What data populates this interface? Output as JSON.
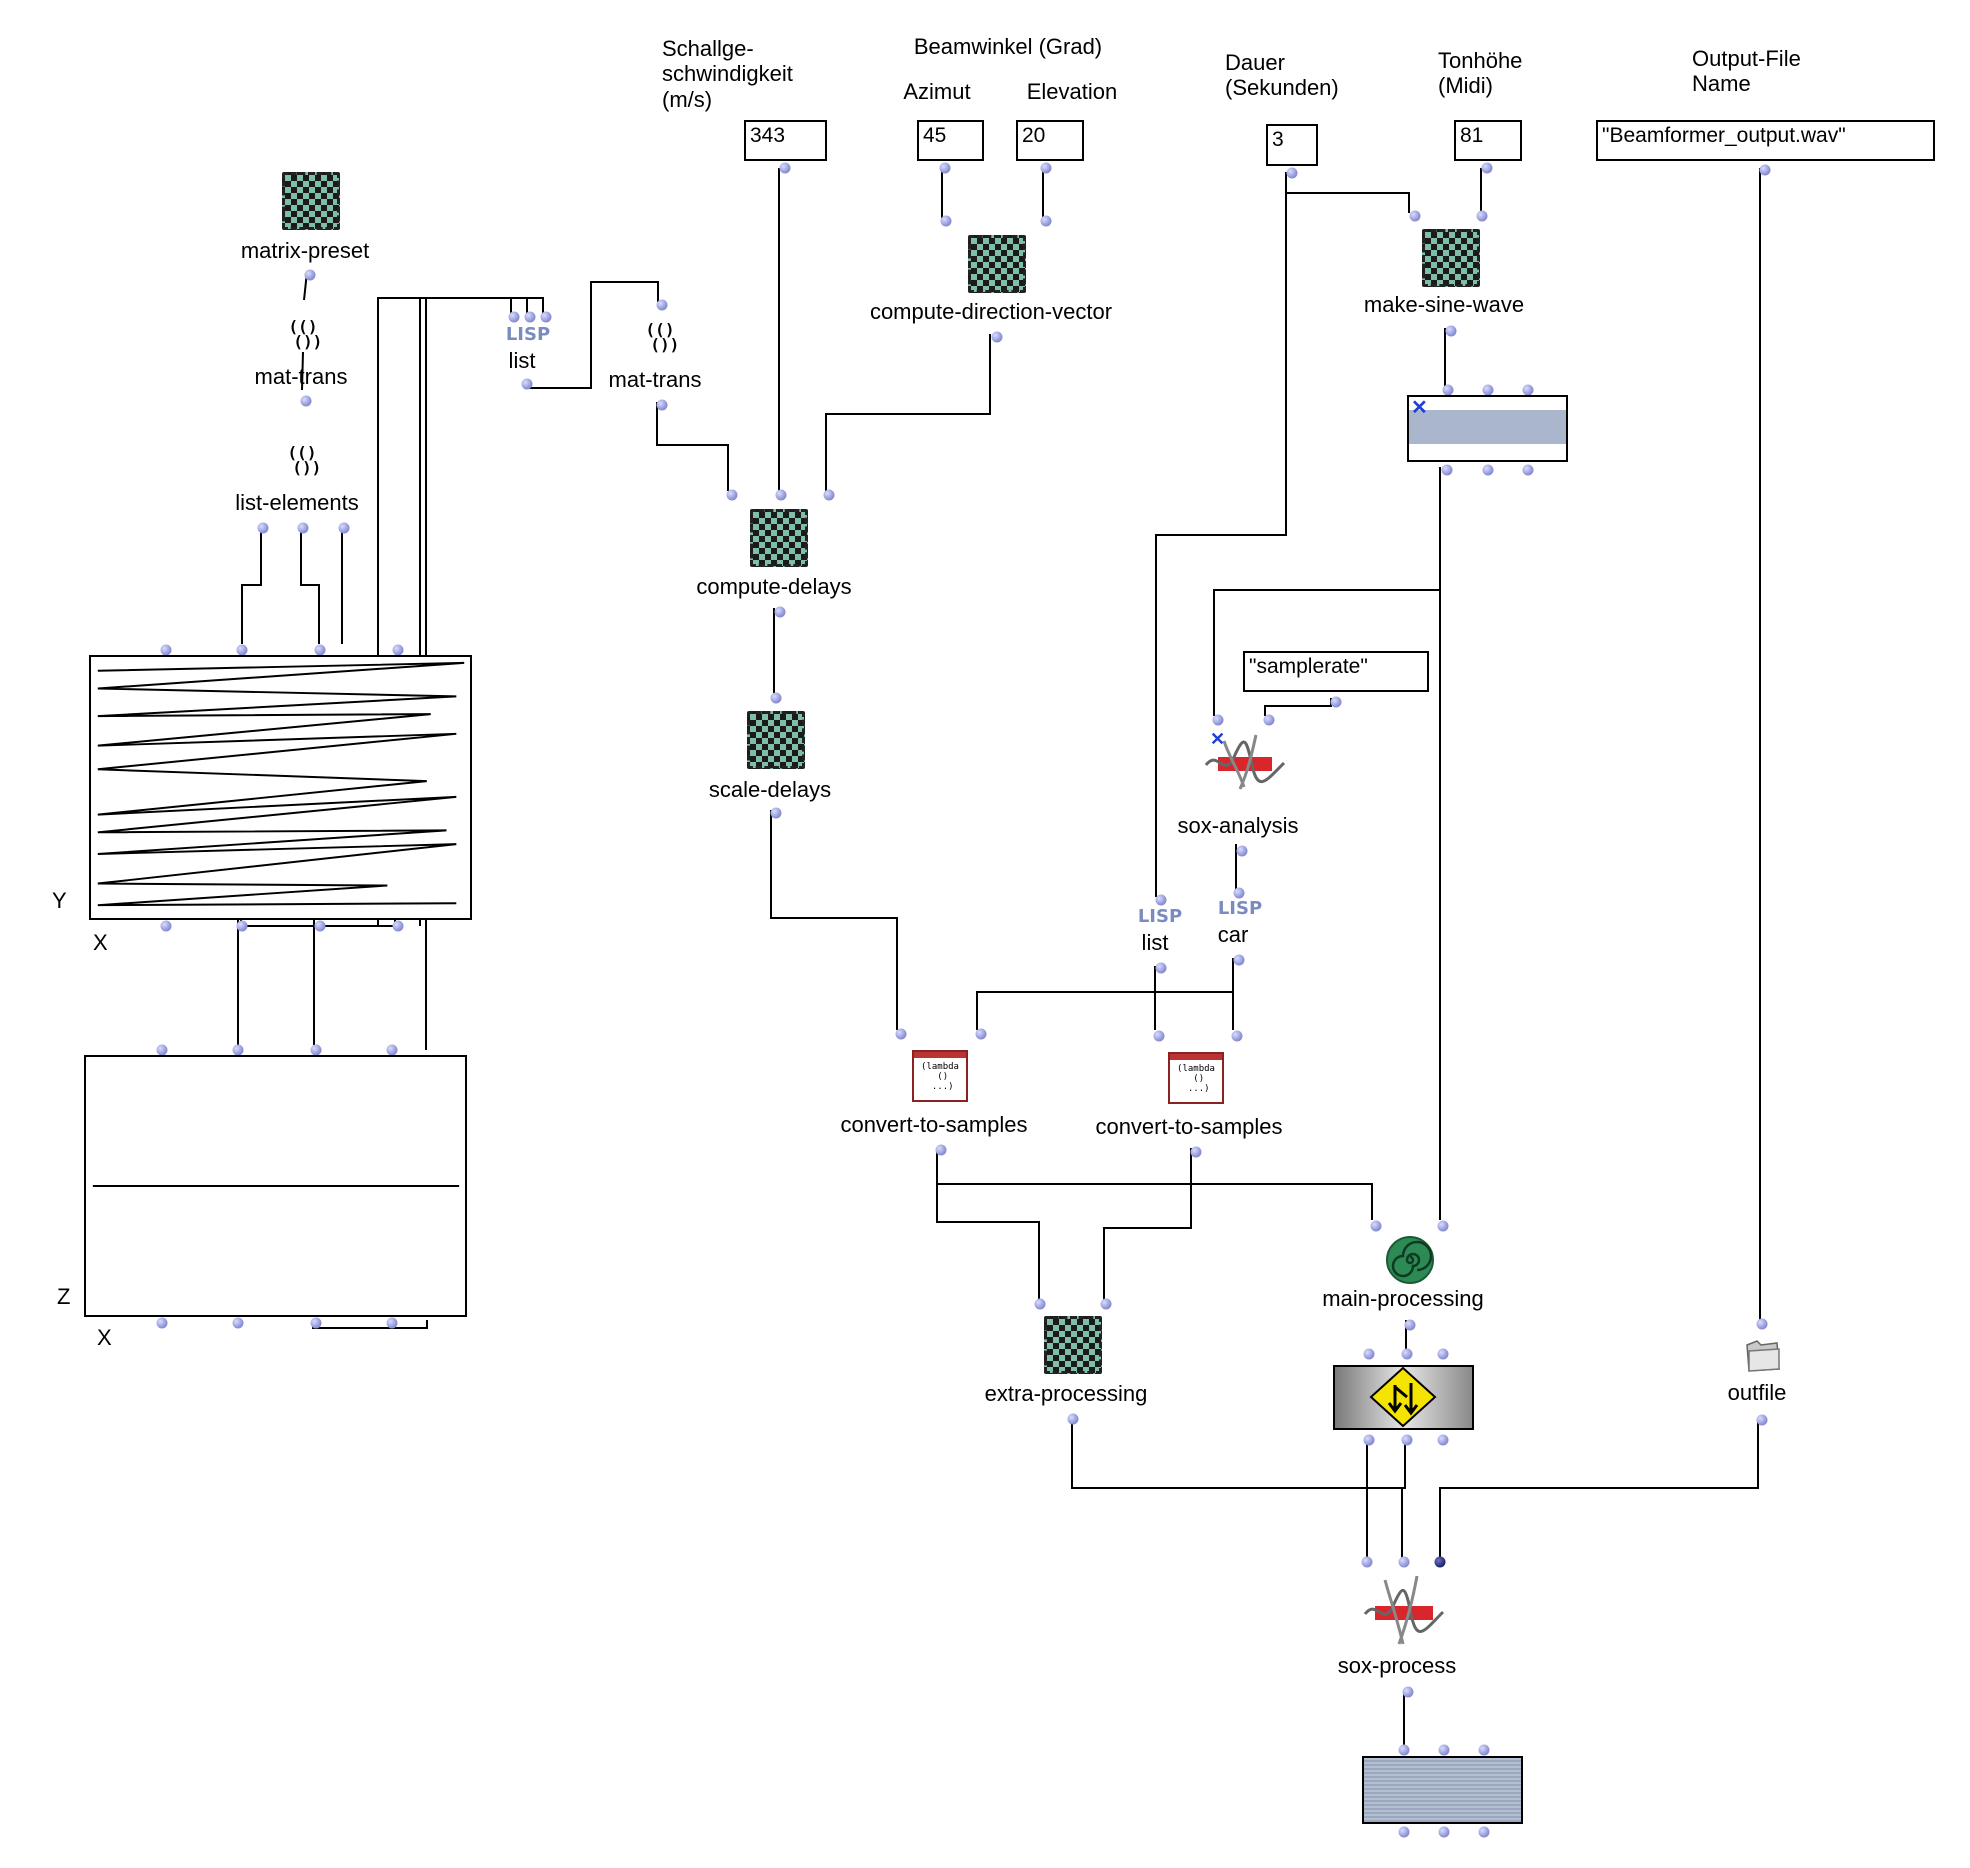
{
  "headers": {
    "sound_speed": "Schallge-\nschwindigkeit\n(m/s)",
    "beam_angle": "Beamwinkel (Grad)",
    "azimuth": "Azimut",
    "elevation": "Elevation",
    "duration": "Dauer\n(Sekunden)",
    "pitch": "Tonhöhe\n(Midi)",
    "outfile_name": "Output-File\nName"
  },
  "inputs": {
    "sound_speed": "343",
    "azimuth": "45",
    "elevation": "20",
    "duration": "3",
    "pitch": "81",
    "filename": "\"Beamformer_output.wav\"",
    "samplerate_key": "\"samplerate\""
  },
  "boxes": {
    "matrix_preset": "matrix-preset",
    "mat_trans_1": "mat-trans",
    "list_elements": "list-elements",
    "lisp_list_1": "list",
    "mat_trans_2": "mat-trans",
    "compute_direction_vector": "compute-direction-vector",
    "make_sine_wave": "make-sine-wave",
    "compute_delays": "compute-delays",
    "scale_delays": "scale-delays",
    "sox_analysis": "sox-analysis",
    "lisp_list_2": "list",
    "lisp_car": "car",
    "convert_to_samples_1": "convert-to-samples",
    "convert_to_samples_2": "convert-to-samples",
    "main_processing": "main-processing",
    "extra_processing": "extra-processing",
    "outfile": "outfile",
    "sox_process": "sox-process"
  },
  "lisp_tag": "LISP",
  "lambda_text": "(lambda\n ()\n ...)",
  "axes": {
    "bpf1_y": "Y",
    "bpf1_x": "X",
    "bpf2_y": "Z",
    "bpf2_x": "X"
  }
}
